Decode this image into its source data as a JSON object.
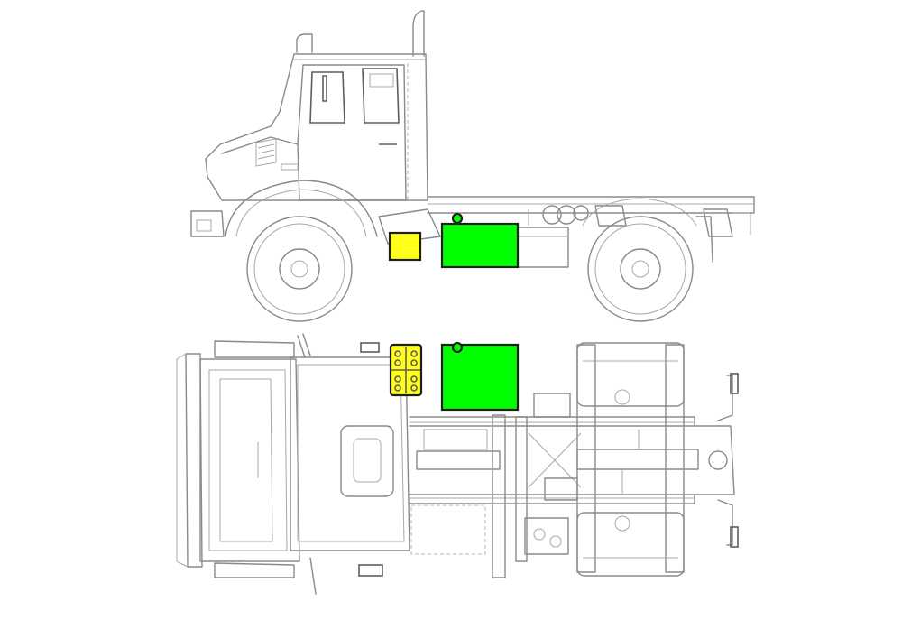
{
  "diagram": {
    "views": [
      "side-view",
      "top-view"
    ],
    "highlight_colors": {
      "fuel_tank": "#00ff00",
      "battery_box": "#ffff1a",
      "outline": "#1e1e1e",
      "line_art": "#8a8a8a"
    },
    "components": [
      {
        "name": "fuel-tank",
        "color": "#00ff00"
      },
      {
        "name": "fuel-filler-cap",
        "color": "#00ff00"
      },
      {
        "name": "battery-box",
        "color": "#ffff1a"
      }
    ]
  }
}
